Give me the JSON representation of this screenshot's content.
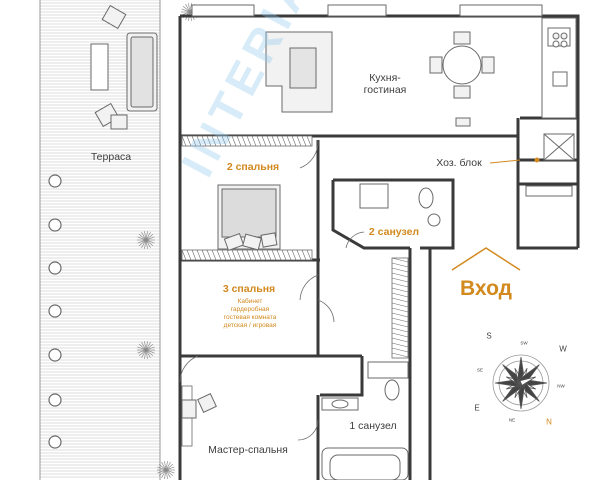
{
  "rooms": {
    "kitchen_line1": "Кухня-",
    "kitchen_line2": "гостиная",
    "terrace": "Терраса",
    "utility": "Хоз. блок",
    "bedroom2": "2 спальня",
    "bathroom2": "2 санузел",
    "bedroom3": "3 спальня",
    "bedroom3_note_1": "Кабинет",
    "bedroom3_note_2": "гардеробная",
    "bedroom3_note_3": "гостевая комната",
    "bedroom3_note_4": "детская / игровая",
    "bathroom1": "1 санузел",
    "master": "Мастер-спальня"
  },
  "entry": {
    "label": "Вход"
  },
  "compass": {
    "S": "S",
    "W": "W",
    "E": "E",
    "N": "N",
    "SW": "SW",
    "NW": "NW",
    "SE": "SE",
    "NE": "NE"
  },
  "colors": {
    "walls": "#3a3a3a",
    "accent": "#d2891e",
    "furniture": "#7a7a7a",
    "watermark": "#8cc8eb"
  },
  "watermark": {
    "text": "INTERIA PROPERTY"
  }
}
